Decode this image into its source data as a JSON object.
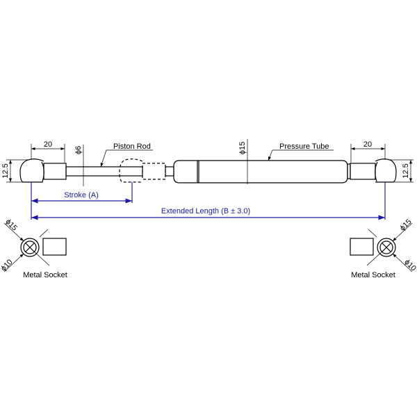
{
  "labels": {
    "piston_rod": "Piston Rod",
    "pressure_tube": "Pressure Tube",
    "stroke": "Stroke (A)",
    "extended_length": "Extended Length (B ± 3.0)",
    "metal_socket_left": "Metal Socket",
    "metal_socket_right": "Metal Socket"
  },
  "dimensions": {
    "left_end_length": "20",
    "right_end_length": "20",
    "left_end_height": "12.5",
    "right_end_height": "12.5",
    "rod_diameter": "ϕ6",
    "tube_diameter": "ϕ15",
    "socket_outer_left": "ϕ15",
    "socket_inner_left": "ϕ10",
    "socket_outer_right": "ϕ15",
    "socket_inner_right": "ϕ10"
  },
  "colors": {
    "dimension_blue": "#1a1aa8"
  }
}
